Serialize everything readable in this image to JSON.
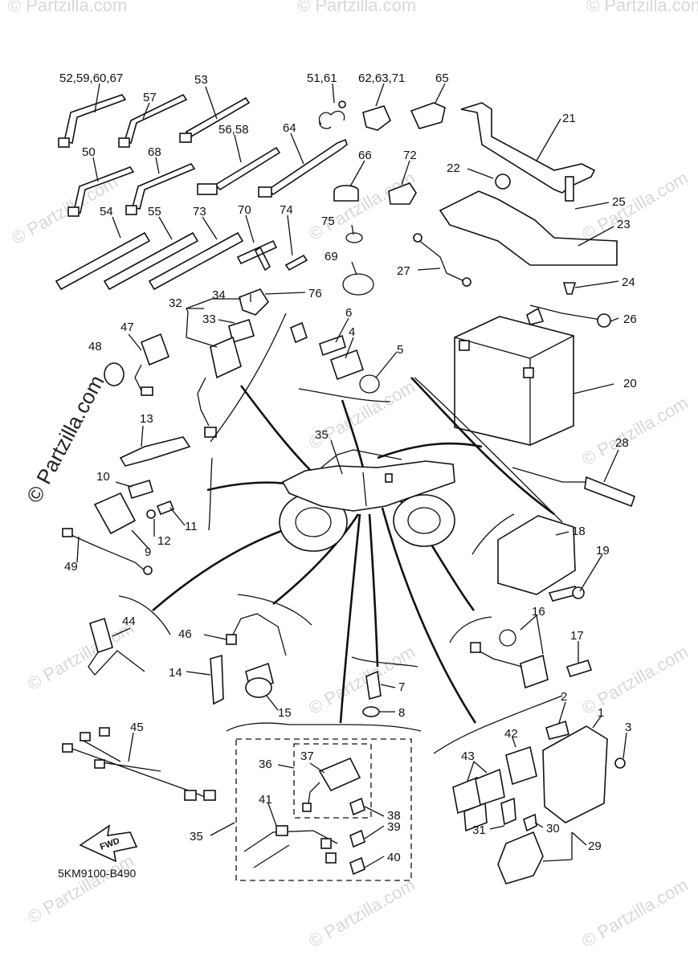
{
  "diagram_code": "5KM9100-B490",
  "fwd_label": "FWD",
  "watermark": "© Partzilla.com",
  "callouts": {
    "c52": "52,59,60,67",
    "c57": "57",
    "c53": "53",
    "c5161": "51,61",
    "c626371": "62,63,71",
    "c65": "65",
    "c21": "21",
    "c50": "50",
    "c68": "68",
    "c5658": "56,58",
    "c64": "64",
    "c66": "66",
    "c72": "72",
    "c22": "22",
    "c25": "25",
    "c23": "23",
    "c54": "54",
    "c55": "55",
    "c73": "73",
    "c70": "70",
    "c74": "74",
    "c75": "75",
    "c69": "69",
    "c27": "27",
    "c24": "24",
    "c32": "32",
    "c34": "34",
    "c76": "76",
    "c33": "33",
    "c6": "6",
    "c4": "4",
    "c5": "5",
    "c26": "26",
    "c47": "47",
    "c48": "48",
    "c20": "20",
    "c13": "13",
    "c35a": "35",
    "c28": "28",
    "c10": "10",
    "c11": "11",
    "c12": "12",
    "c9": "9",
    "c49": "49",
    "c18": "18",
    "c19": "19",
    "c44": "44",
    "c46": "46",
    "c16": "16",
    "c17": "17",
    "c14": "14",
    "c15": "15",
    "c7": "7",
    "c8": "8",
    "c2": "2",
    "c1": "1",
    "c3": "3",
    "c45": "45",
    "c36": "36",
    "c37": "37",
    "c42": "42",
    "c43": "43",
    "c41": "41",
    "c38": "38",
    "c39": "39",
    "c35b": "35",
    "c31": "31",
    "c30": "30",
    "c29": "29",
    "c40": "40"
  }
}
